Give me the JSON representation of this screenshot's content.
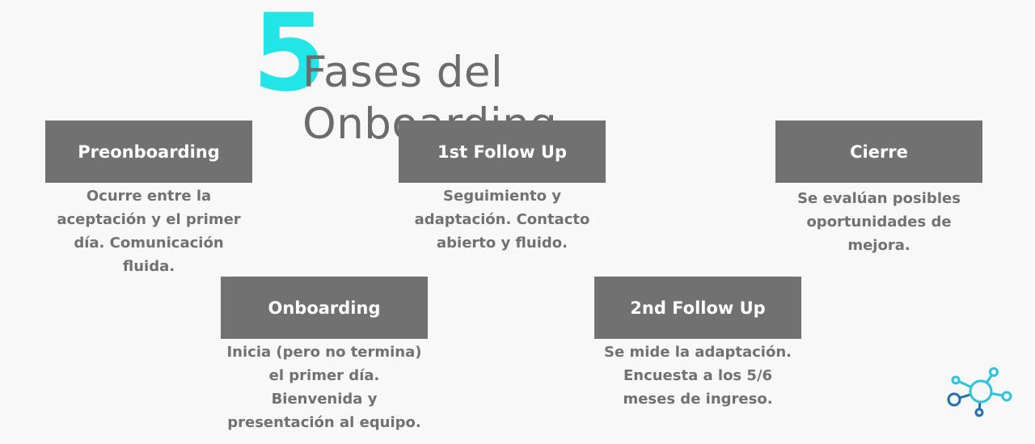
{
  "title": {
    "number": "5",
    "text": "Fases del Onboarding"
  },
  "phases": [
    {
      "label": "Preonboarding",
      "description_lines": [
        "Ocurre entre la",
        "aceptación y el primer",
        "día. Comunicación",
        "fluida."
      ]
    },
    {
      "label": "Onboarding",
      "description_lines": [
        "Inicia (pero no termina)",
        "el primer día.",
        "Bienvenida y",
        "presentación al equipo."
      ]
    },
    {
      "label": "1st Follow Up",
      "description_lines": [
        "Seguimiento y",
        "adaptación. Contacto",
        "abierto y fluido."
      ]
    },
    {
      "label": "2nd Follow Up",
      "description_lines": [
        "Se mide la adaptación.",
        "Encuesta a los 5/6",
        "meses de ingreso."
      ]
    },
    {
      "label": "Cierre",
      "description_lines": [
        "Se evalúan posibles",
        "oportunidades de",
        "mejora."
      ]
    }
  ],
  "colors": {
    "accent": "#22e5e8",
    "box": "#717171",
    "text": "#717171",
    "background": "#f8f8f8",
    "icon_cyan": "#2bc4dc",
    "icon_blue": "#1f6fb0"
  },
  "icon": "network-nodes-icon"
}
